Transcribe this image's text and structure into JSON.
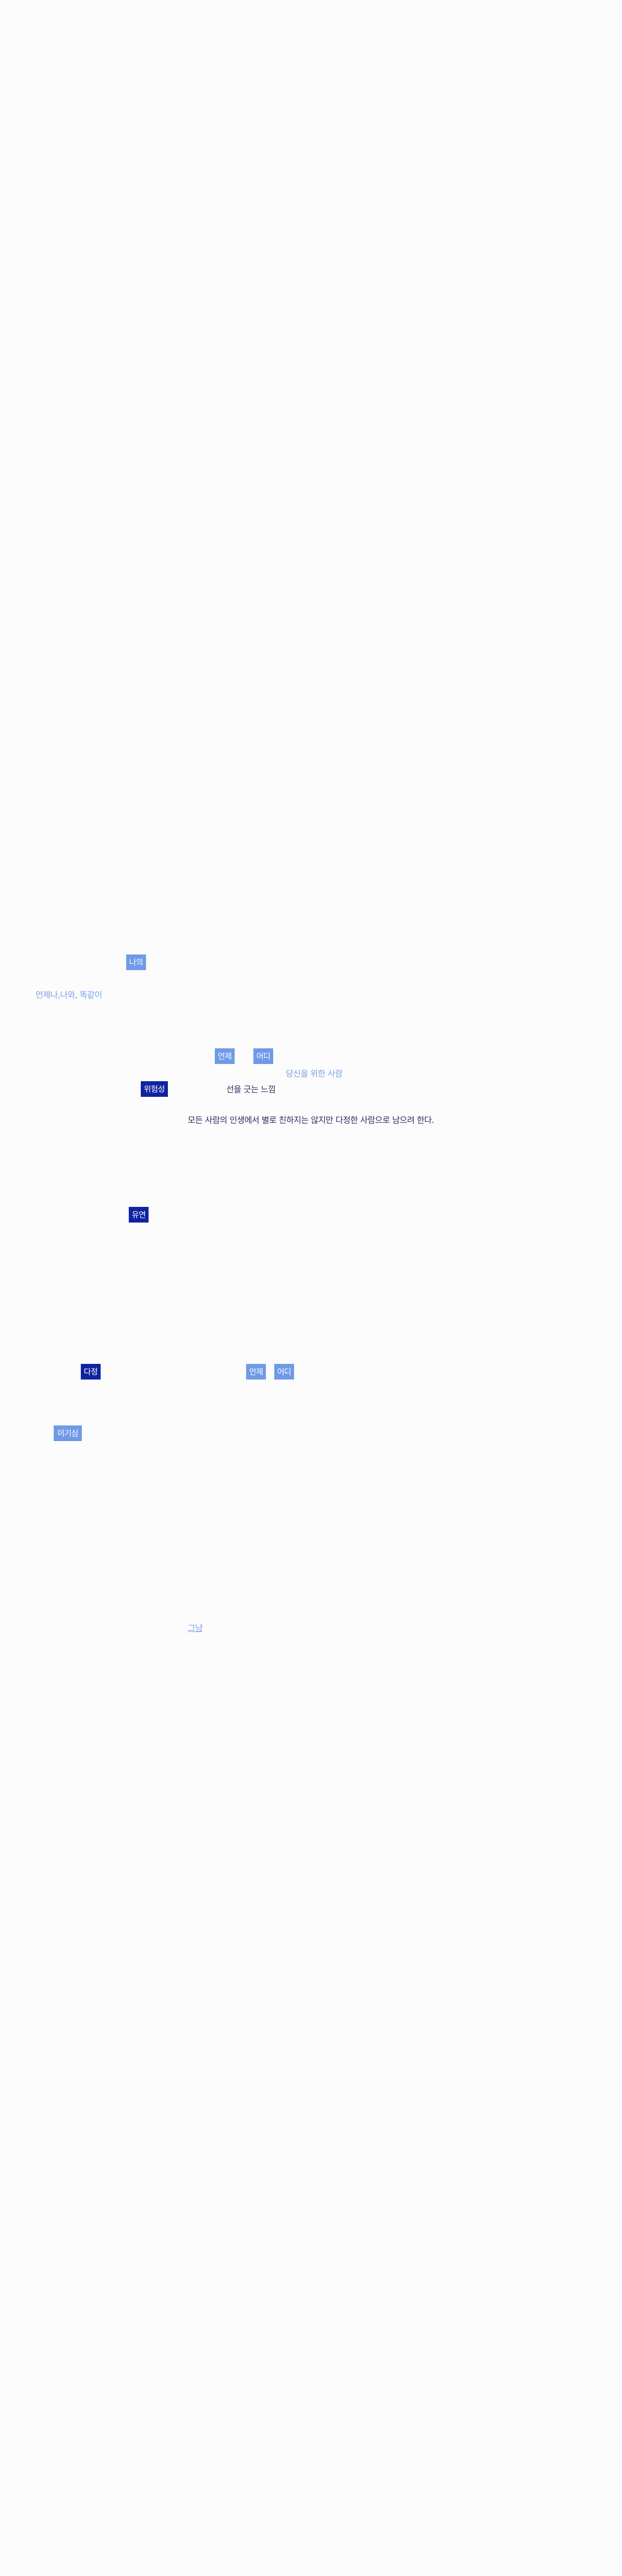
{
  "words": {
    "w01": "나의",
    "w02": "언제나,나와, 똑같이",
    "w03": "언제",
    "w04": "어디",
    "w05": "당신을 위한 사람",
    "w06": "위험성",
    "w07": "선을 긋는 느낌",
    "w08": "모든 사람의 인생에서 별로 친하지는 않지만 다정한 사람으로 남으려 한다.",
    "w09": "유연",
    "w10": "다정",
    "w11": "언제",
    "w12": "어디",
    "w13": "이기심",
    "w14": "그냥"
  },
  "colors": {
    "background": "#fcfcfc",
    "tag_light": "#6f9ae8",
    "tag_dark": "#0f23a2",
    "text_light": "#76a0ea",
    "text_dark": "#26305f"
  }
}
